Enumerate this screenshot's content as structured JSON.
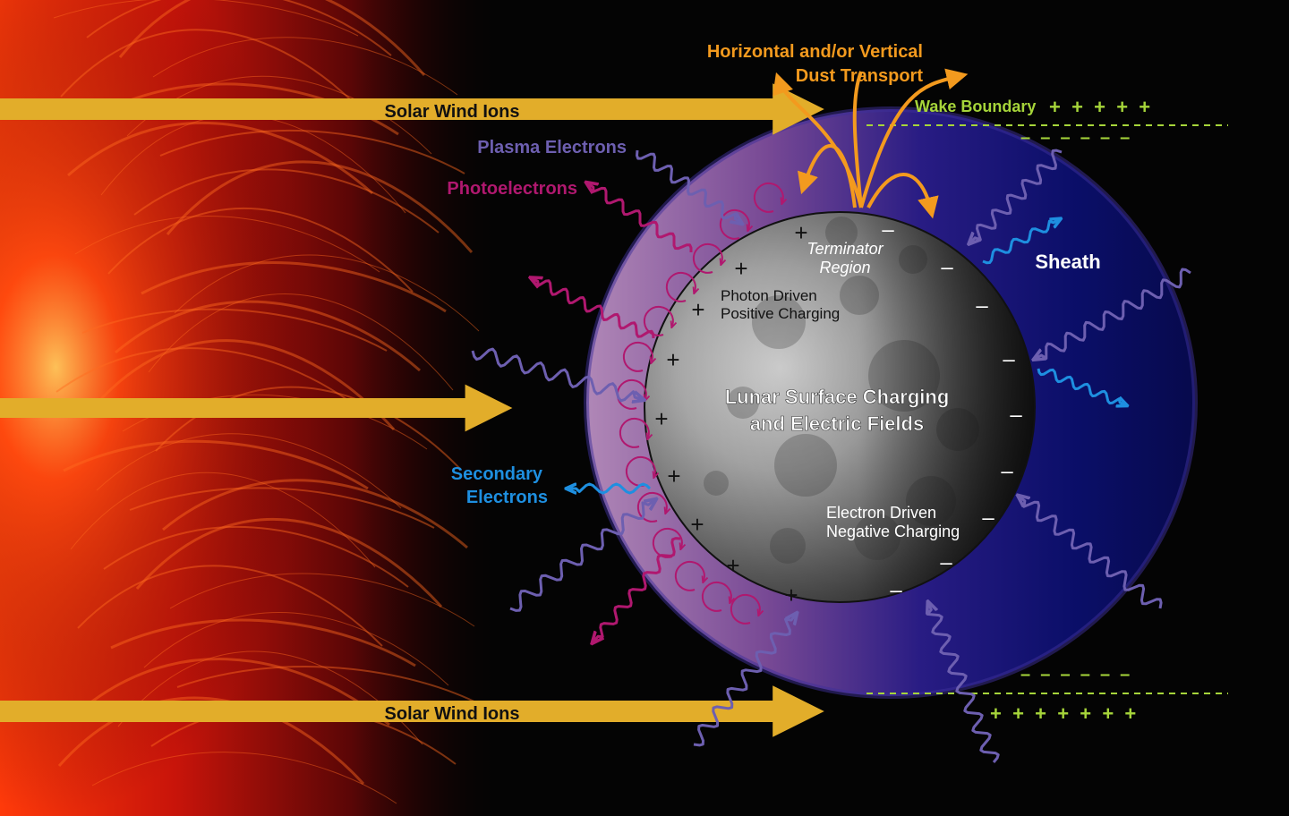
{
  "labels": {
    "solar_wind_top": "Solar Wind Ions",
    "solar_wind_bottom": "Solar Wind Ions",
    "dust_transport_line1": "Horizontal and/or Vertical",
    "dust_transport_line2": "Dust Transport",
    "wake_boundary": "Wake Boundary",
    "plasma_electrons": "Plasma Electrons",
    "photoelectrons": "Photoelectrons",
    "terminator_line1": "Terminator",
    "terminator_line2": "Region",
    "sheath": "Sheath",
    "photon_line1": "Photon Driven",
    "photon_line2": "Positive Charging",
    "center_line1": "Lunar Surface Charging",
    "center_line2": "and Electric Fields",
    "secondary_line1": "Secondary",
    "secondary_line2": "Electrons",
    "electron_driven_line1": "Electron Driven",
    "electron_driven_line2": "Negative Charging"
  },
  "symbols": {
    "plus": "+",
    "minus": "–",
    "wake_top_plus": "+  +  +  +  +",
    "wake_top_minus": "–  –  –  –  –  –",
    "wake_bottom_minus": "–  –  –  –  –  –",
    "wake_bottom_plus": "+  +  +  +  +  +  +"
  },
  "colors": {
    "solar_wind": "#e2ad2a",
    "dust": "#f39a1e",
    "wake": "#a6d53a",
    "plasma_electrons": "#6d5fb0",
    "photoelectrons": "#b0186f",
    "secondary_electrons": "#1e8fe0",
    "sheath_blue": "#0b0f6e",
    "sheath_purple": "#9c6aa8"
  }
}
